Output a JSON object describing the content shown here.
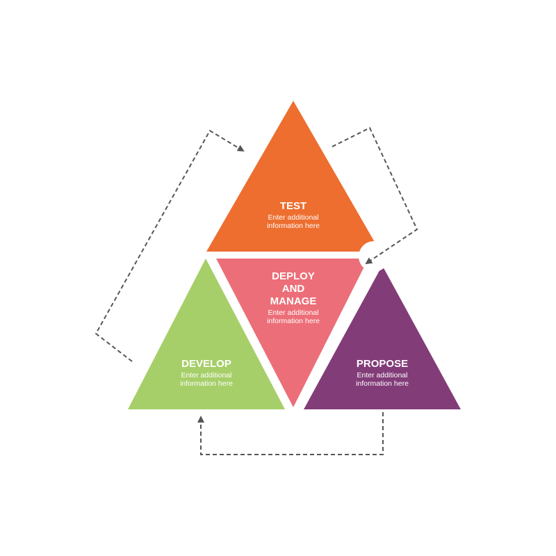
{
  "colors": {
    "test": "#ed6e2f",
    "deploy": "#ec6e78",
    "develop": "#a6cf69",
    "propose": "#823c78",
    "arrow": "#555555",
    "text": "#ffffff"
  },
  "segments": {
    "test": {
      "title": "TEST",
      "desc_line1": "Enter additional",
      "desc_line2": "information here"
    },
    "deploy": {
      "title_line1": "DEPLOY",
      "title_line2": "AND",
      "title_line3": "MANAGE",
      "desc_line1": "Enter additional",
      "desc_line2": "information here"
    },
    "develop": {
      "title": "DEVELOP",
      "desc_line1": "Enter additional",
      "desc_line2": "information here"
    },
    "propose": {
      "title": "PROPOSE",
      "desc_line1": "Enter additional",
      "desc_line2": "information here"
    }
  },
  "flows": [
    {
      "from": "develop",
      "to": "test"
    },
    {
      "from": "test",
      "to": "propose"
    },
    {
      "from": "propose",
      "to": "develop"
    }
  ]
}
